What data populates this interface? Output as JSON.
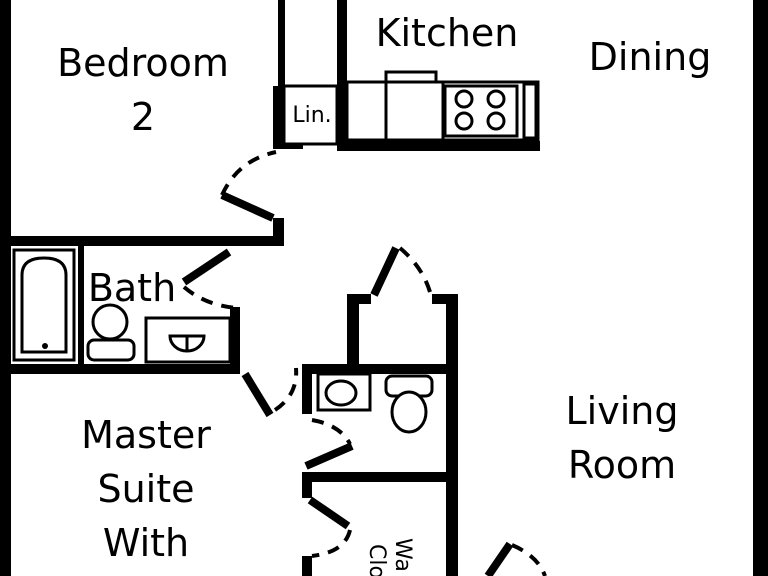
{
  "plan": {
    "rooms": {
      "bedroom2_line1": "Bedroom",
      "bedroom2_line2": "2",
      "kitchen": "Kitchen",
      "dining": "Dining",
      "linen": "Lin.",
      "bath": "Bath",
      "living_line1": "Living",
      "living_line2": "Room",
      "master_line1": "Master",
      "master_line2": "Suite",
      "master_line3": "With",
      "closet_line1": "Wa",
      "closet_line2": "Clo"
    }
  }
}
